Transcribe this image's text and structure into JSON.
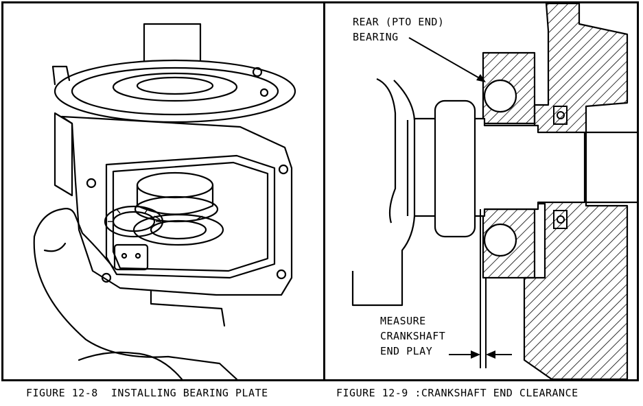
{
  "left_figure": {
    "caption": "FIGURE 12-8  INSTALLING BEARING PLATE"
  },
  "right_figure": {
    "caption": "FIGURE 12-9 :CRANKSHAFT END CLEARANCE",
    "labels": {
      "bearing_line1": "REAR (PTO END)",
      "bearing_line2": "BEARING",
      "measure_line1": "MEASURE",
      "measure_line2": "CRANKSHAFT",
      "measure_line3": "END PLAY"
    }
  }
}
